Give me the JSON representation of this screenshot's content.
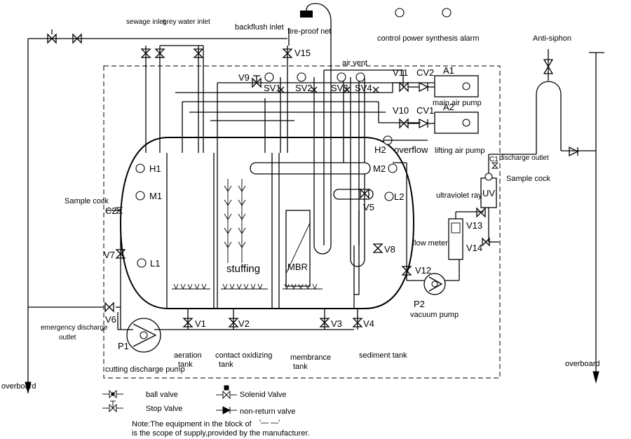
{
  "labels": {
    "sewage_inlet": "sewage inlet",
    "grey_water_inlet": "grey water inlet",
    "backflush_inlet": "backflush inlet",
    "fire_proof_net": "fire-proof net",
    "control_power_alarm": "control power synthesis alarm",
    "anti_siphon": "Anti-siphon",
    "air_vent": "air vent",
    "overflow": "overflow",
    "discharge_outlet": "discharge outlet",
    "sample_cock_right": "Sample cock",
    "sample_cock_left": "Sample cock",
    "ultraviolet_ray": "ultraviolet ray",
    "uv": "UV",
    "flow_meter": "flow meter",
    "vacuum_pump": "vacuum pump",
    "emergency_discharge": "emergency discharge",
    "outlet": "outlet",
    "overboard_left": "overboard",
    "overboard_right": "overboard",
    "cutting_discharge_pump": "cutting discharge pump",
    "aeration": "aeration",
    "aeration_tank": "tank",
    "contact_oxidizing": "contact oxidizing",
    "contact_tank": "tank",
    "membrance": "membrance",
    "membrance_tank": "tank",
    "sediment_tank": "sediment tank",
    "stuffing": "stuffing",
    "mbr": "MBR",
    "main_air_pump": "main air pump",
    "lifting_air_pump": "lifting air pump"
  },
  "tags": {
    "V15": "V15",
    "V9": "V9",
    "SV1": "SV1",
    "SV2": "SV2",
    "SV3": "SV3",
    "SV4": "SV4",
    "V11": "V11",
    "CV2": "CV2",
    "A1": "A1",
    "V10": "V10",
    "CV1": "CV1",
    "A2": "A2",
    "H2": "H2",
    "M2": "M2",
    "L2": "L2",
    "V5": "V5",
    "V8": "V8",
    "H1": "H1",
    "M1": "M1",
    "L1": "L1",
    "C2": "C2",
    "V7": "V7",
    "V6": "V6",
    "P1": "P1",
    "V1": "V1",
    "V2": "V2",
    "V3": "V3",
    "V4": "V4",
    "V12": "V12",
    "P2": "P2",
    "V13": "V13",
    "V14": "V14",
    "C1": "C1"
  },
  "legend": {
    "ball_valve": "ball valve",
    "stop_valve": "Stop Valve",
    "solenoid_valve": "Solenid Valve",
    "non_return_valve": "non-return valve"
  },
  "note": {
    "line1_a": "Note:The equipment in the block of",
    "line1_b": "'— —'",
    "line2": "is the scope of supply,provided by the manufacturer."
  }
}
